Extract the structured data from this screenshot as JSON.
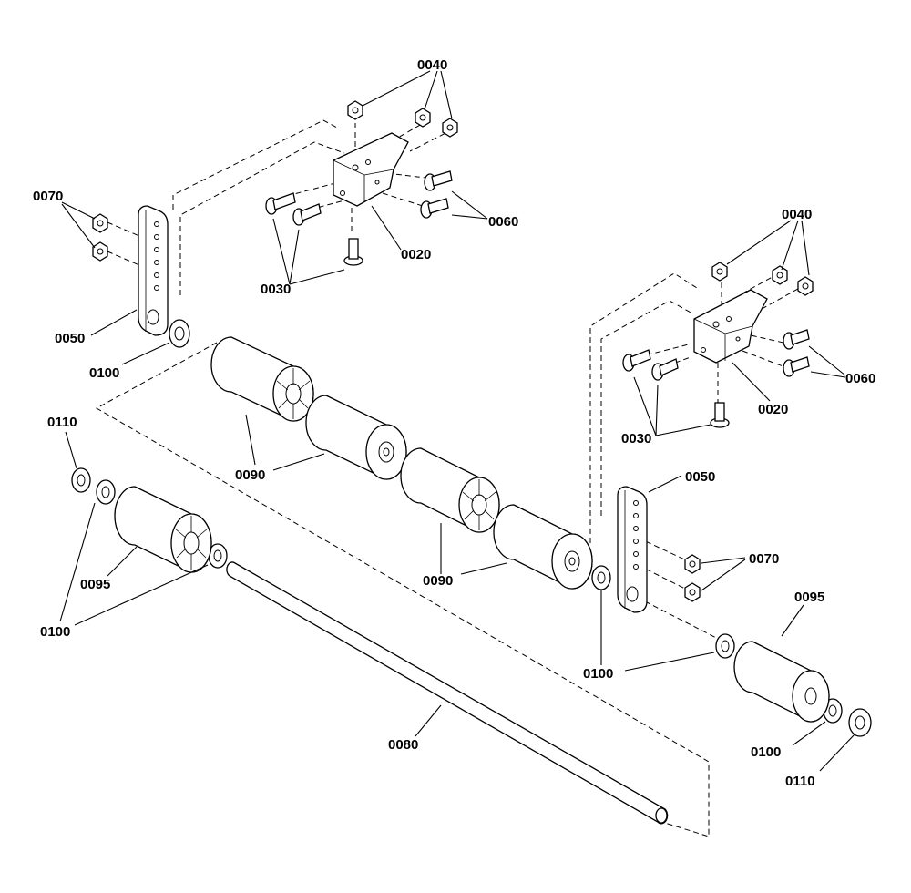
{
  "labels": {
    "l0040a": "0040",
    "l0070a": "0070",
    "l0020a": "0020",
    "l0060a": "0060",
    "l0030a": "0030",
    "l0050a": "0050",
    "l0100a": "0100",
    "l0040b": "0040",
    "l0060b": "0060",
    "l0020b": "0020",
    "l0030b": "0030",
    "l0090a": "0090",
    "l0110a": "0110",
    "l0095a": "0095",
    "l0100b": "0100",
    "l0090b": "0090",
    "l0050b": "0050",
    "l0070b": "0070",
    "l0095b": "0095",
    "l0100c": "0100",
    "l0080": "0080",
    "l0100d": "0100",
    "l0110b": "0110"
  }
}
